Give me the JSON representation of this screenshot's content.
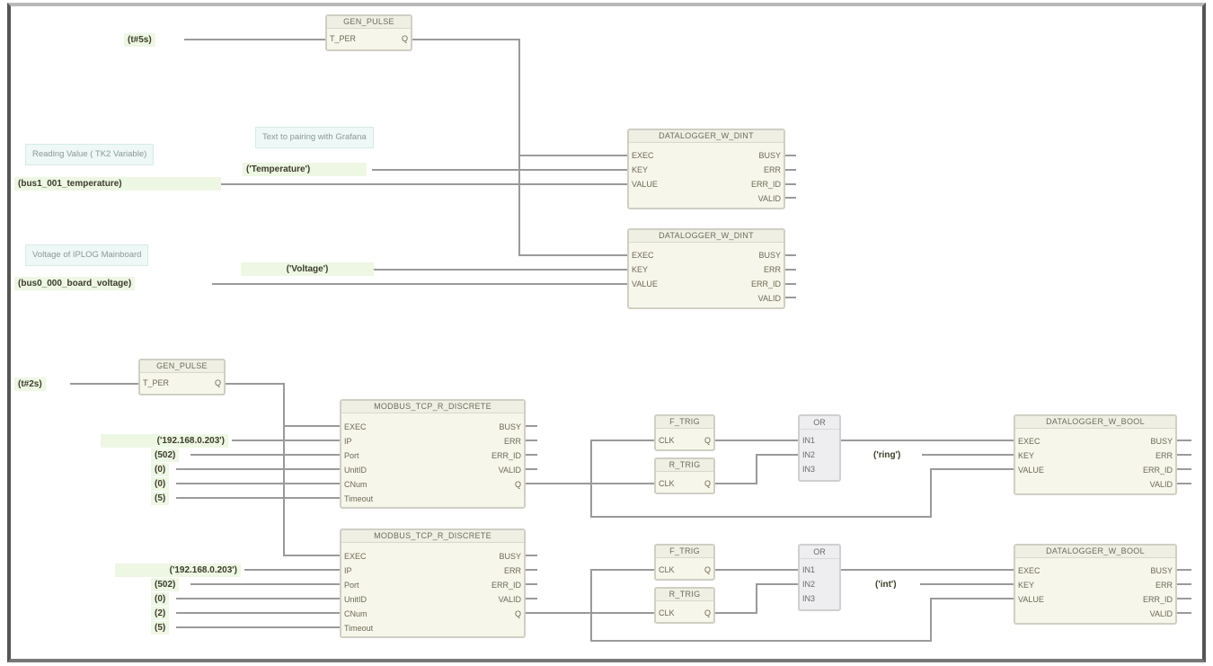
{
  "diagram": {
    "type": "function-block-diagram",
    "comments": {
      "reading_value": "Reading Value ( TK2 Variable)",
      "text_grafana": "Text to pairing with Grafana",
      "voltage_board": "Voltage of IPLOG Mainboard"
    },
    "constants": {
      "t_period_1": "(t#5s)",
      "temperature_key": "('Temperature')",
      "temperature_var": "(bus1_001_temperature)",
      "voltage_key": "('Voltage')",
      "voltage_var": "(bus0_000_board_voltage)",
      "t_period_2": "(t#2s)",
      "ip_1": "('192.168.0.203')",
      "port_1": "(502)",
      "unitid_1": "(0)",
      "coil_1": "(0)",
      "timeout_1": "(5)",
      "ring_key": "('ring')",
      "ip_2": "('192.168.0.203')",
      "port_2": "(502)",
      "unitid_2": "(0)",
      "coil_2": "(2)",
      "timeout_2": "(5)",
      "int_key": "('int')"
    },
    "blocks": {
      "gen_pulse_1": {
        "title": "GEN_PULSE",
        "inputs": [
          "T_PER"
        ],
        "outputs": [
          "Q"
        ]
      },
      "datalogger_dint_1": {
        "title": "DATALOGGER_W_DINT",
        "inputs": [
          "EXEC",
          "KEY",
          "VALUE"
        ],
        "outputs": [
          "BUSY",
          "ERR",
          "ERR_ID",
          "VALID"
        ]
      },
      "datalogger_dint_2": {
        "title": "DATALOGGER_W_DINT",
        "inputs": [
          "EXEC",
          "KEY",
          "VALUE"
        ],
        "outputs": [
          "BUSY",
          "ERR",
          "ERR_ID",
          "VALID"
        ]
      },
      "gen_pulse_2": {
        "title": "GEN_PULSE",
        "inputs": [
          "T_PER"
        ],
        "outputs": [
          "Q"
        ]
      },
      "modbus_1": {
        "title": "MODBUS_TCP_R_DISCRETE",
        "inputs": [
          "EXEC",
          "IP",
          "Port",
          "UnitID",
          "CNum",
          "Timeout"
        ],
        "outputs": [
          "BUSY",
          "ERR",
          "ERR_ID",
          "VALID",
          "Q"
        ]
      },
      "modbus_2": {
        "title": "MODBUS_TCP_R_DISCRETE",
        "inputs": [
          "EXEC",
          "IP",
          "Port",
          "UnitID",
          "CNum",
          "Timeout"
        ],
        "outputs": [
          "BUSY",
          "ERR",
          "ERR_ID",
          "VALID",
          "Q"
        ]
      },
      "f_trig_1": {
        "title": "F_TRIG",
        "inputs": [
          "CLK"
        ],
        "outputs": [
          "Q"
        ]
      },
      "r_trig_1": {
        "title": "R_TRIG",
        "inputs": [
          "CLK"
        ],
        "outputs": [
          "Q"
        ]
      },
      "f_trig_2": {
        "title": "F_TRIG",
        "inputs": [
          "CLK"
        ],
        "outputs": [
          "Q"
        ]
      },
      "r_trig_2": {
        "title": "R_TRIG",
        "inputs": [
          "CLK"
        ],
        "outputs": [
          "Q"
        ]
      },
      "or_1": {
        "title": "OR",
        "inputs": [
          "IN1",
          "IN2",
          "IN3"
        ]
      },
      "or_2": {
        "title": "OR",
        "inputs": [
          "IN1",
          "IN2",
          "IN3"
        ]
      },
      "datalogger_bool_1": {
        "title": "DATALOGGER_W_BOOL",
        "inputs": [
          "EXEC",
          "KEY",
          "VALUE"
        ],
        "outputs": [
          "BUSY",
          "ERR",
          "ERR_ID",
          "VALID"
        ]
      },
      "datalogger_bool_2": {
        "title": "DATALOGGER_W_BOOL",
        "inputs": [
          "EXEC",
          "KEY",
          "VALUE"
        ],
        "outputs": [
          "BUSY",
          "ERR",
          "ERR_ID",
          "VALID"
        ]
      }
    }
  }
}
